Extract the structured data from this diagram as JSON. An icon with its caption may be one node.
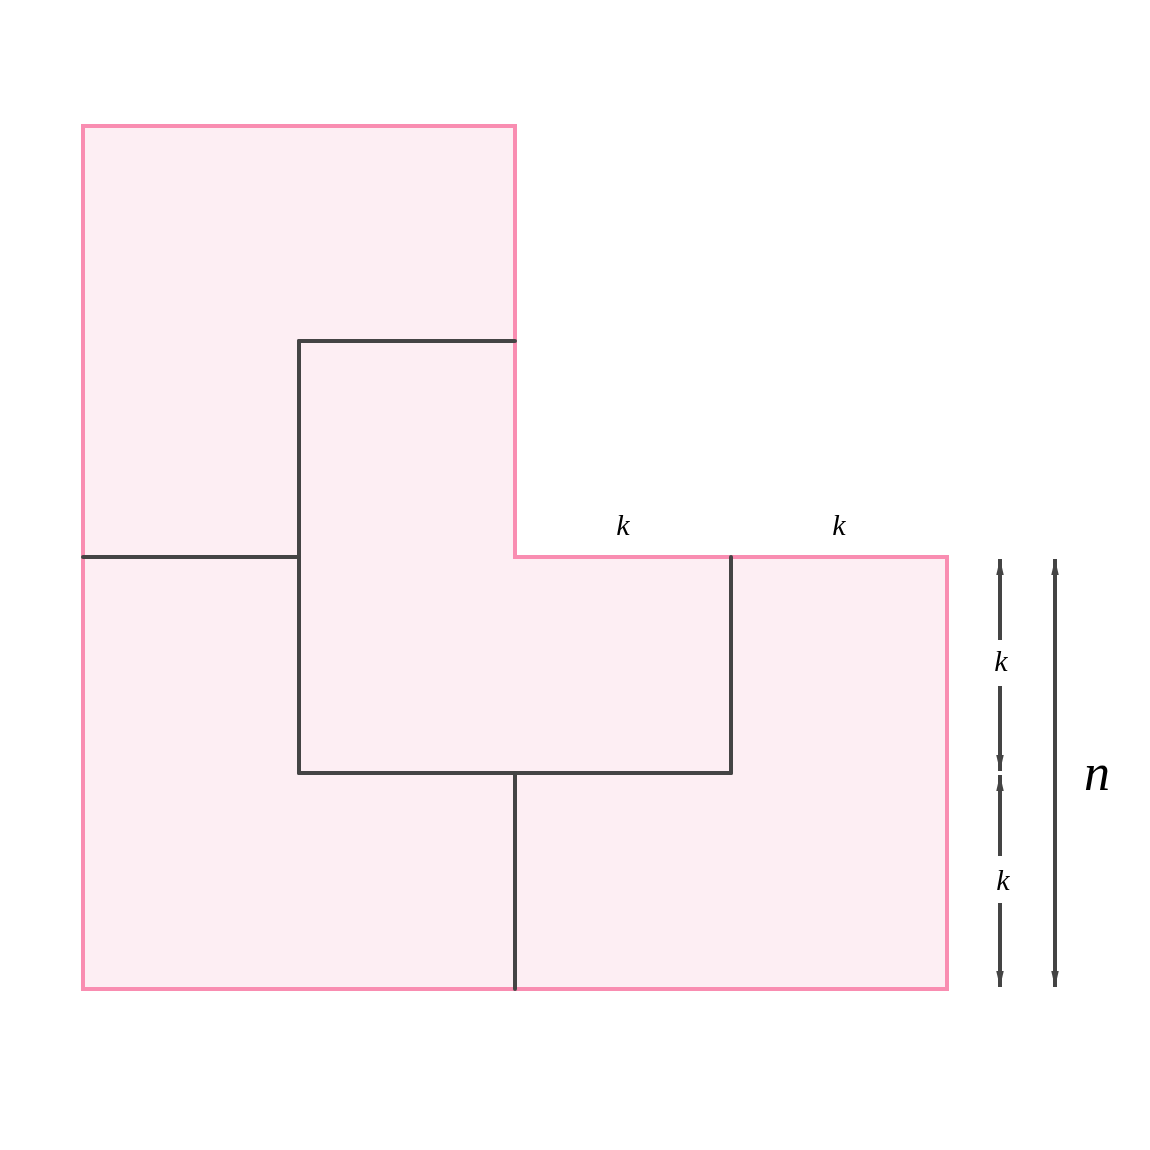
{
  "diagram": {
    "labels": [
      "k",
      "k",
      "k",
      "n",
      "k"
    ]
  }
}
